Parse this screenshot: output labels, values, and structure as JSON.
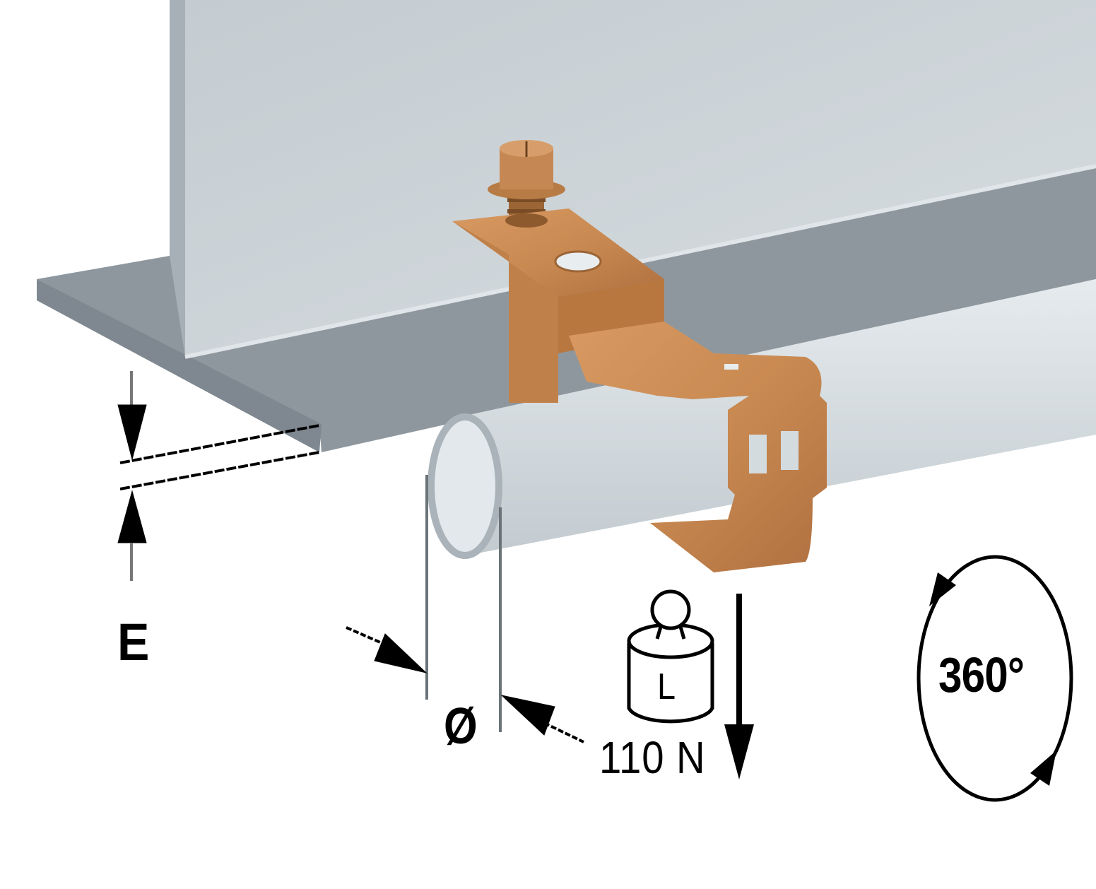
{
  "diagram": {
    "subject": "beam clamp with pipe clip mounted under steel beam flange",
    "labels": {
      "flange_thickness": "E",
      "pipe_diameter": "Ø",
      "load_symbol": "L",
      "load_value": "110 N",
      "rotation": "360°"
    },
    "colors": {
      "background": "#ffffff",
      "beam_web": "#c6ced3",
      "beam_flange_top": "#8e979e",
      "beam_flange_edge": "#7f8890",
      "pipe": "#d8dfe3",
      "pipe_edge": "#a9b3b9",
      "clamp_copper": "#c98a52",
      "clamp_shadow": "#9c6535",
      "annotation": "#000000"
    }
  }
}
